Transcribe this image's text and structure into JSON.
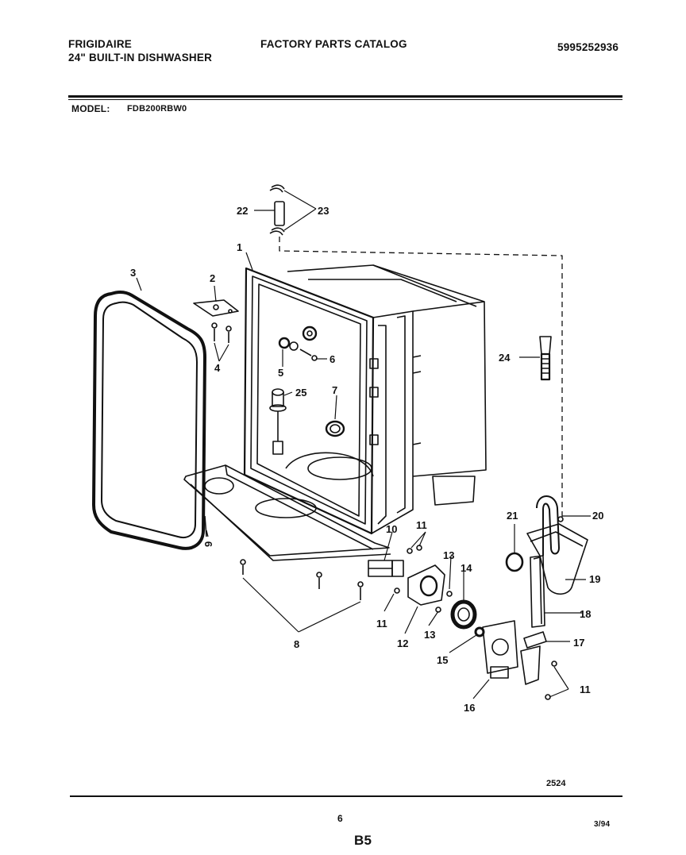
{
  "header": {
    "brand": "FRIGIDAIRE",
    "product": "24\" BUILT-IN DISHWASHER",
    "catalog_title": "FACTORY PARTS CATALOG",
    "catalog_number": "5995252936",
    "model_label": "MODEL:",
    "model_number": "FDB200RBW0"
  },
  "diagram": {
    "callouts": {
      "c1": "1",
      "c2": "2",
      "c3": "3",
      "c4": "4",
      "c5": "5",
      "c6": "6",
      "c7": "7",
      "c8": "8",
      "c9": "9",
      "c10": "10",
      "c11a": "11",
      "c11b": "11",
      "c11c": "11",
      "c12": "12",
      "c13a": "13",
      "c13b": "13",
      "c14": "14",
      "c15": "15",
      "c16": "16",
      "c17": "17",
      "c18": "18",
      "c19": "19",
      "c20": "20",
      "c21": "21",
      "c22": "22",
      "c23": "23",
      "c24": "24",
      "c25": "25"
    },
    "drawing_number": "2524"
  },
  "footer": {
    "page_number": "6",
    "date": "3/94",
    "section": "B5"
  }
}
